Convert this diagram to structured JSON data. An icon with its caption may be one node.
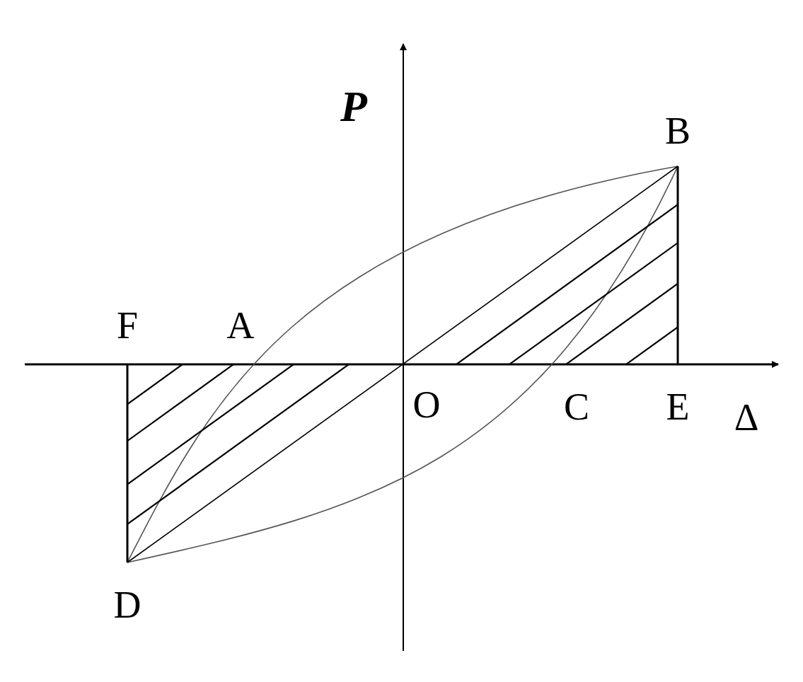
{
  "diagram": {
    "labels": [
      "P",
      "B",
      "F",
      "A",
      "O",
      "C",
      "E",
      "Δ",
      "D"
    ]
  }
}
